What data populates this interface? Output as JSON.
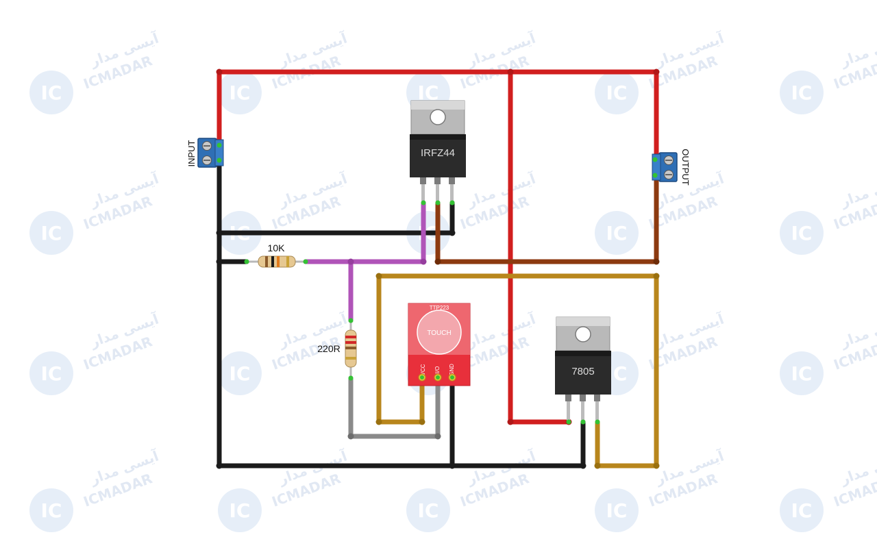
{
  "watermark": {
    "brand_latin": "ICMADAR",
    "brand_arabic": "آیسی مدار",
    "logo_letters": "IC",
    "color": "#c9d6ea"
  },
  "terminals": {
    "input_label": "INPUT",
    "output_label": "OUTPUT",
    "color": "#2f6fb5"
  },
  "components": {
    "mosfet_label": "IRFZ44",
    "regulator_label": "7805",
    "resistor_10k_label": "10K",
    "resistor_220_label": "220R",
    "touch_module": {
      "title": "TTP223",
      "pad_label": "TOUCH",
      "pins": [
        "VCC",
        "I/O",
        "GND"
      ],
      "color": "#e8303b"
    }
  },
  "wire_colors": {
    "red": "#d11f1f",
    "black": "#1b1b1b",
    "purple": "#b054b8",
    "brown": "#8c3a10",
    "gold": "#b8861c",
    "gray": "#8a8a8a"
  }
}
